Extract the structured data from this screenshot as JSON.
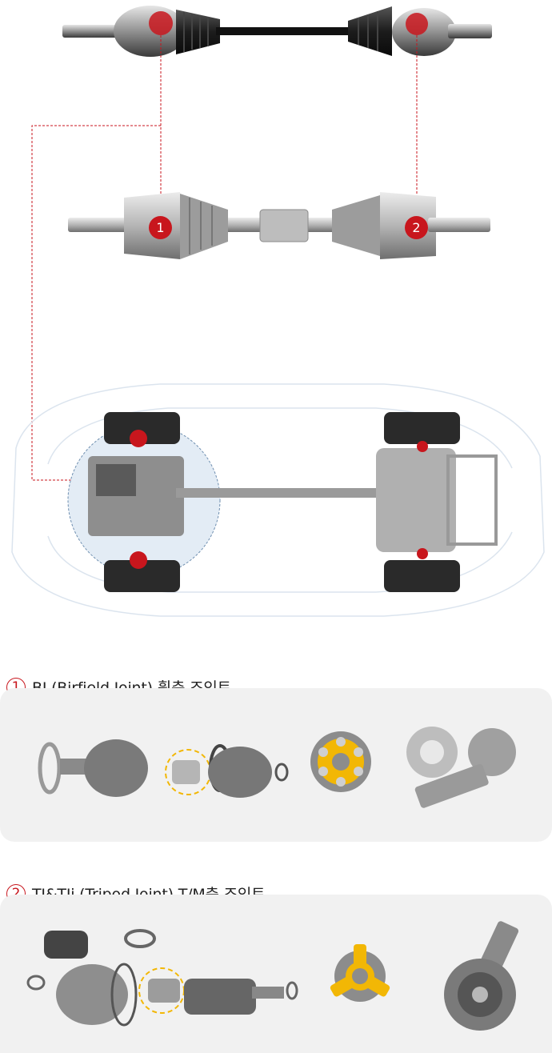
{
  "markers": [
    {
      "label": "1"
    },
    {
      "label": "2"
    }
  ],
  "sections": [
    {
      "number": "1",
      "title": "BJ (Birfield Joint) 휠측 조인트"
    },
    {
      "number": "2",
      "title": "TJ&TJi (Tripod Joint) T/M측 조인트"
    }
  ],
  "colors": {
    "accent_red": "#c8161d",
    "gold": "#f2b705",
    "panel_bg": "#f1f1f1",
    "callout_blue": "#6f8fb0"
  },
  "icons": {
    "marker": "numbered-red-pin",
    "bj_cage": "birfield-cage-icon",
    "tj_spider": "tripod-spider-icon"
  }
}
